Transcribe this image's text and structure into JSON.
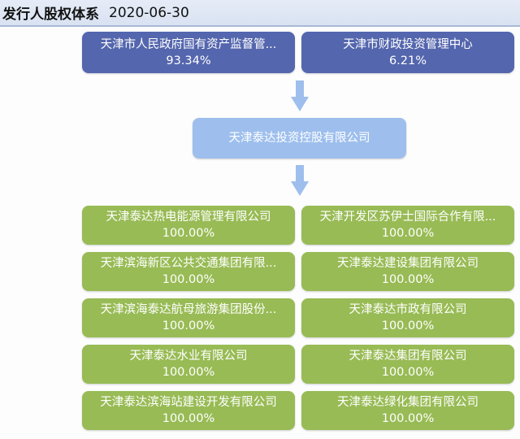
{
  "header": {
    "title": "发行人股权体系",
    "date": "2020-06-30"
  },
  "shareholders": [
    {
      "name": "天津市人民政府国有资产监督管...",
      "pct": "93.34%"
    },
    {
      "name": "天津市财政投资管理中心",
      "pct": "6.21%"
    }
  ],
  "holding_company": {
    "name": "天津泰达投资控股有限公司"
  },
  "subsidiaries": [
    {
      "name": "天津泰达热电能源管理有限公司",
      "pct": "100.00%"
    },
    {
      "name": "天津开发区苏伊士国际合作有限...",
      "pct": "100.00%"
    },
    {
      "name": "天津滨海新区公共交通集团有限...",
      "pct": "100.00%"
    },
    {
      "name": "天津泰达建设集团有限公司",
      "pct": "100.00%"
    },
    {
      "name": "天津滨海泰达航母旅游集团股份...",
      "pct": "100.00%"
    },
    {
      "name": "天津泰达市政有限公司",
      "pct": "100.00%"
    },
    {
      "name": "天津泰达水业有限公司",
      "pct": "100.00%"
    },
    {
      "name": "天津泰达集团有限公司",
      "pct": "100.00%"
    },
    {
      "name": "天津泰达滨海站建设开发有限公司",
      "pct": "100.00%"
    },
    {
      "name": "天津泰达绿化集团有限公司",
      "pct": "100.00%"
    }
  ],
  "colors": {
    "shareholder_box": "#5466ad",
    "holding_box": "#9ebfed",
    "subsidiary_box": "#98bb55",
    "arrow": "#9ebfed",
    "header_bg": "#dfe6f4"
  },
  "icons": {
    "arrow": "down-arrow-icon"
  }
}
